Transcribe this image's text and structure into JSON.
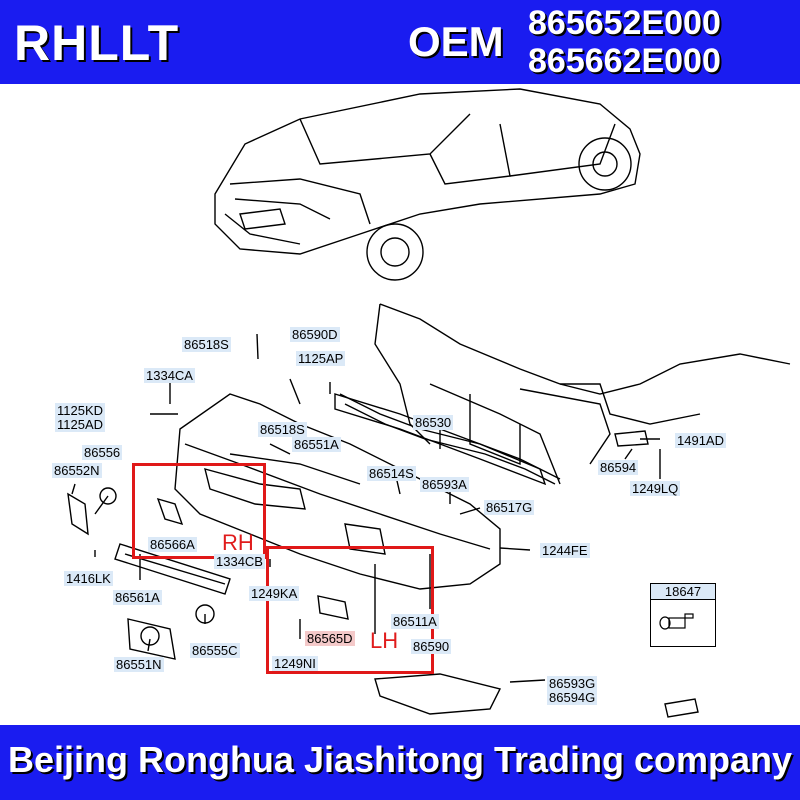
{
  "header": {
    "brand": "RHLLT",
    "oem_label": "OEM",
    "oem_numbers": [
      "865652E000",
      "865662E000"
    ]
  },
  "footer": {
    "company": "Beijing Ronghua Jiashitong Trading company"
  },
  "side_markers": {
    "rh": "RH",
    "lh": "LH"
  },
  "parts": [
    "86518S",
    "86590D",
    "1125AP",
    "1334CA",
    "1125KD",
    "1125AD",
    "86518S",
    "86551A",
    "86530",
    "86556",
    "86552N",
    "86514S",
    "86593A",
    "86517G",
    "86566A",
    "1334CB",
    "1249KA",
    "1416LK",
    "86561A",
    "86511A",
    "86565D",
    "86590",
    "1249NI",
    "86555C",
    "86551N",
    "86594",
    "1491AD",
    "1249LQ",
    "1244FE",
    "86593G",
    "86594G"
  ],
  "inset_part": "18647",
  "colors": {
    "banner": "#1a1cf0",
    "highlight_box": "#e01818",
    "label_bg": "#dbe9f7"
  }
}
